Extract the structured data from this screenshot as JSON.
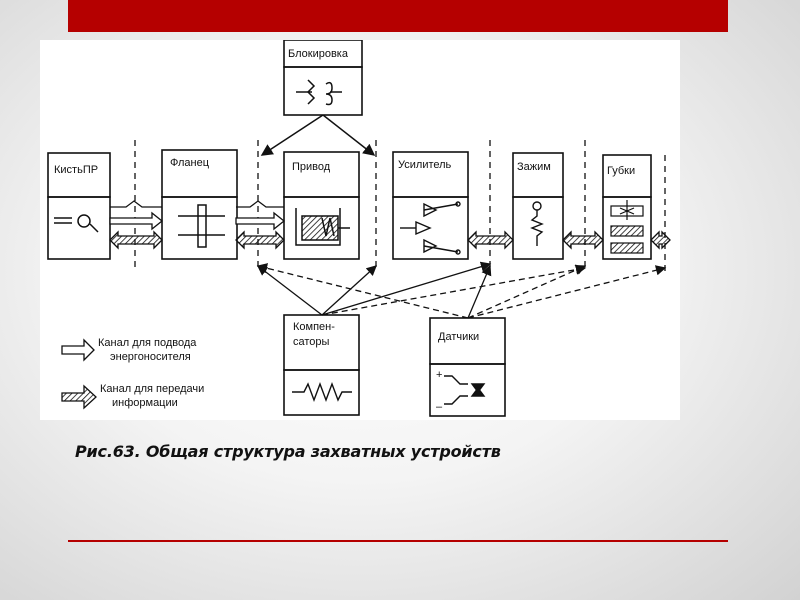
{
  "caption": "Рис.63. Общая структура захватных устройств",
  "blocks": {
    "kist": "КистьПР",
    "flanets": "Фланец",
    "privod": "Привод",
    "usilitel": "Усилитель",
    "zazhim": "Зажим",
    "gubki": "Губки",
    "blokirovka": "Блокировка",
    "kompensatory_line1": "Компен-",
    "kompensatory_line2": "саторы",
    "datchiki": "Датчики"
  },
  "legend": {
    "energy_line1": "Канал для подвода",
    "energy_line2": "энергоносителя",
    "info_line1": "Канал для передачи",
    "info_line2": "информации"
  },
  "sensor_signs": {
    "plus": "+",
    "minus": "–"
  },
  "colors": {
    "accent": "#b50000",
    "diagram_ink": "#111111",
    "figure_bg": "#ffffff"
  }
}
